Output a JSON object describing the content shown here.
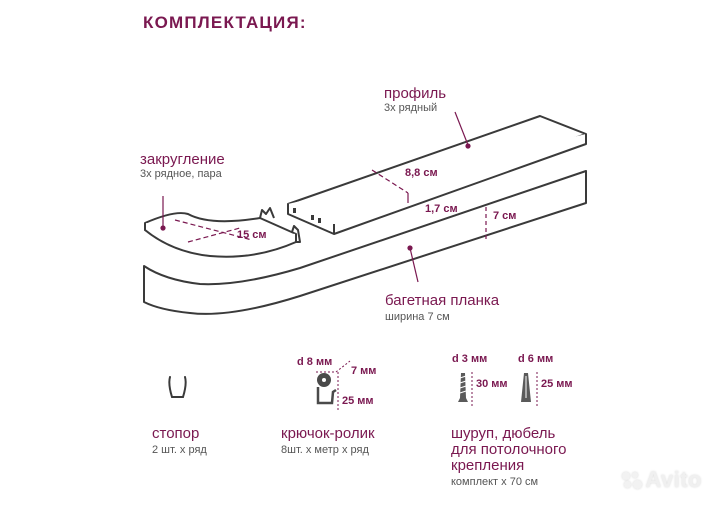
{
  "title": "КОМПЛЕКТАЦИЯ:",
  "colors": {
    "accent": "#7a1850",
    "line": "#3a3a3a",
    "subtext": "#555555"
  },
  "components": {
    "profile": {
      "label": "профиль",
      "sub": "3х рядный",
      "dims": {
        "width": "8,8 см",
        "height": "1,7 см"
      }
    },
    "rounding": {
      "label": "закругление",
      "sub": "3х рядное, пара",
      "dims": {
        "length": "15 см"
      }
    },
    "baguette": {
      "label": "багетная планка",
      "sub": "ширина 7 см",
      "dims": {
        "height": "7 см"
      }
    }
  },
  "accessories": [
    {
      "label": "стопор",
      "sub": "2 шт. х ряд",
      "icon": "stopper-icon"
    },
    {
      "label": "крючок-ролик",
      "sub": "8шт. х метр х ряд",
      "icon": "hook-roller-icon",
      "dims": {
        "diameter": "d 8 мм",
        "depth": "7 мм",
        "height": "25 мм"
      }
    },
    {
      "label_lines": [
        "шуруп, дюбель",
        "для потолочного",
        "крепления"
      ],
      "sub": "комплект х 70 см",
      "icon": "screw-dowel-icon",
      "dims": {
        "screw_d": "d 3 мм",
        "screw_len": "30 мм",
        "dowel_d": "d 6 мм",
        "dowel_len": "25 мм"
      }
    }
  ],
  "watermark": "Avito"
}
